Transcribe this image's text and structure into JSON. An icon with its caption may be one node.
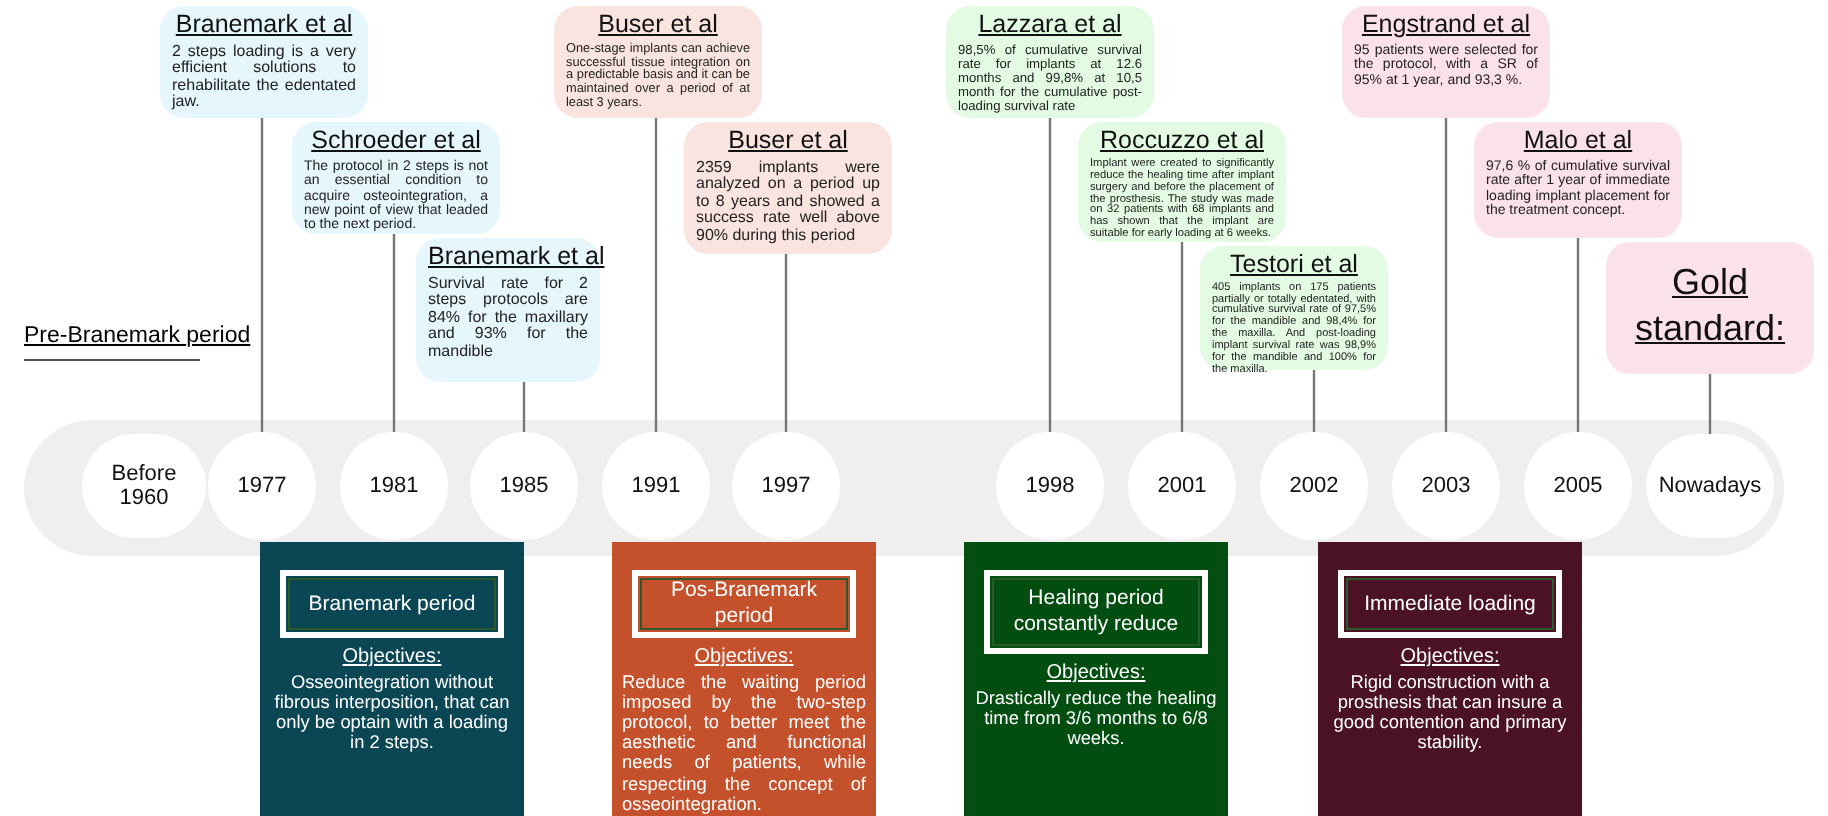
{
  "diagram": {
    "nodes": [
      {
        "text": [
          "Branemark et al",
          "2 steps loading is a very efficient solutions to rehabilitate the edentated jaw."
        ]
      },
      {
        "text": [
          "Schroeder et al",
          "The protocol in 2 steps is not an essential condition to acquire osteointegration, a new point of view that leaded to the next period."
        ]
      },
      {
        "text": [
          "Branemark et al",
          "Survival rate for 2 steps protocols are 84% for the maxillary and 93% for the mandible"
        ]
      },
      {
        "text": [
          "Buser et al",
          "One-stage implants can achieve successful tissue integration on a predictable basis and it can be maintained over a period of at least 3 years."
        ]
      },
      {
        "text": [
          "Buser et al",
          "2359 implants were analyzed on a period up to 8 years and showed a success rate well above 90% during this period"
        ]
      },
      {
        "text": [
          "Lazzara et al",
          "98,5% of cumulative survival rate for implants at 12.6 months and 99,8% at 10,5 month for the cumulative post-loading survival rate"
        ]
      },
      {
        "text": [
          "Roccuzzo et al",
          "Implant were created to significantly reduce the healing time after implant surgery and before the placement of the prosthesis. The study was made on 32 patients with 68 implants and has shown that the implant are suitable for early loading at 6 weeks."
        ]
      },
      {
        "text": [
          "Testori et al",
          "405 implants on 175 patients partially or totally edentated, with cumulative survival rate of 97,5% for the mandible and 98,4% for the maxilla. And post-loading implant survival rate was 98,9% for the mandible and 100% for the maxilla."
        ]
      },
      {
        "text": [
          "Engstrand et al",
          "95 patients were selected for the protocol, with a SR of 95% at 1 year, and 93,3 %."
        ]
      },
      {
        "text": [
          "Malo et al",
          "97,6 % of cumulative survival rate after 1 year of immediate loading implant placement for the treatment concept."
        ]
      },
      {
        "text": [
          "Gold standard:"
        ]
      },
      {
        "text": [
          "Before 1960"
        ]
      },
      {
        "text": [
          "1977"
        ]
      },
      {
        "text": [
          "1981"
        ]
      },
      {
        "text": [
          "1985"
        ]
      },
      {
        "text": [
          "1991"
        ]
      },
      {
        "text": [
          "1997"
        ]
      },
      {
        "text": [
          "1998"
        ]
      },
      {
        "text": [
          "2001"
        ]
      },
      {
        "text": [
          "2002"
        ]
      },
      {
        "text": [
          "2003"
        ]
      },
      {
        "text": [
          "2005"
        ]
      },
      {
        "text": [
          "Nowadays"
        ]
      },
      {
        "text": [
          "Objectives:",
          "Osseointegration without fibrous interposition, that can only be optain with a loading in 2 steps."
        ]
      },
      {
        "text": [
          "Branemark period"
        ],
        "in": 23
      },
      {
        "text": [
          "Objectives:",
          "Reduce the waiting period imposed by the two-step protocol, to better meet the aesthetic and functional needs of patients, while respecting the concept of osseointegration."
        ]
      },
      {
        "text": [
          "Pos-Branemark period"
        ],
        "in": 25
      },
      {
        "text": [
          "Objectives:",
          "Drastically reduce the healing time from 3/6 months to 6/8 weeks."
        ]
      },
      {
        "text": [
          "Healing period constantly reduce"
        ],
        "in": 27
      },
      {
        "text": [
          "Objectives:",
          "Rigid construction with a prosthesis that can insure a good contention and primary stability."
        ]
      },
      {
        "text": [
          "Immediate loading"
        ],
        "in": 29
      }
    ],
    "edges": [
      {
        "from": 0,
        "to": 12,
        "arrow": "none"
      },
      {
        "from": 1,
        "to": 13,
        "arrow": "none"
      },
      {
        "from": 2,
        "to": 14,
        "arrow": "none"
      },
      {
        "from": 3,
        "to": 15,
        "arrow": "none"
      },
      {
        "from": 4,
        "to": 16,
        "arrow": "none"
      },
      {
        "from": 5,
        "to": 17,
        "arrow": "none"
      },
      {
        "from": 6,
        "to": 18,
        "arrow": "none"
      },
      {
        "from": 7,
        "to": 19,
        "arrow": "none"
      },
      {
        "from": 8,
        "to": 20,
        "arrow": "none"
      },
      {
        "from": 9,
        "to": 21,
        "arrow": "none"
      },
      {
        "from": 10,
        "to": 22,
        "arrow": "none"
      }
    ],
    "labels": [
      "Pre-Branemark period"
    ]
  }
}
